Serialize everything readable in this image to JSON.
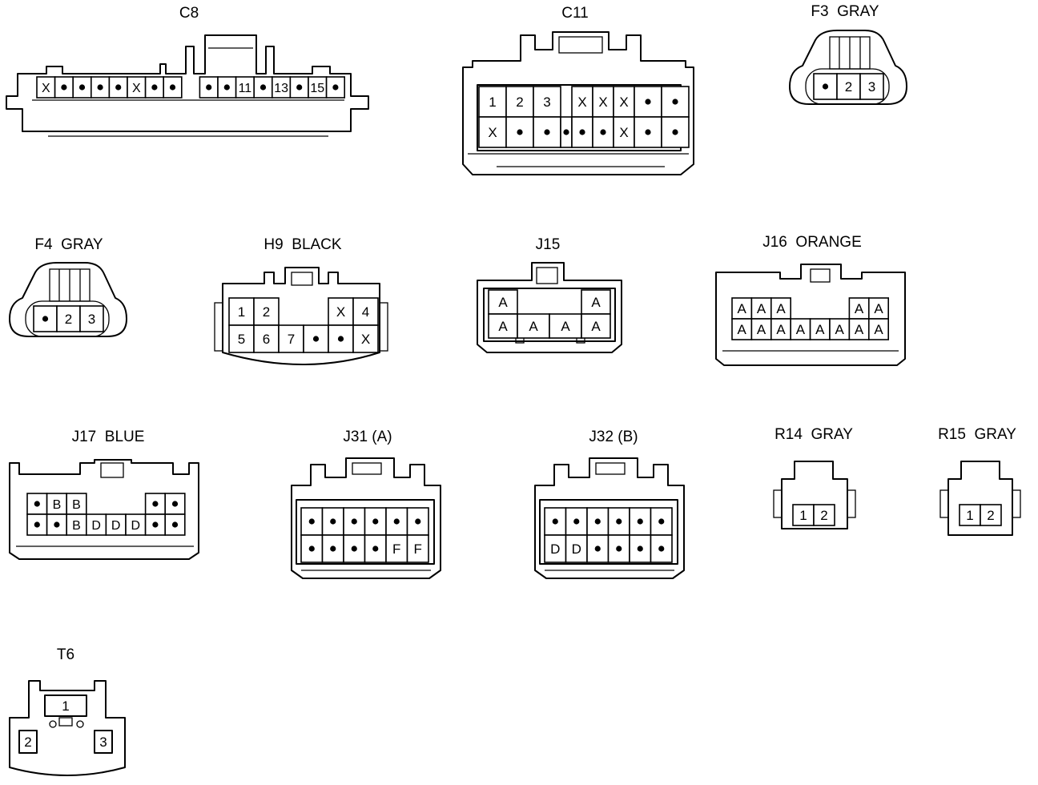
{
  "connectors": [
    {
      "id": "C8",
      "title": "C8",
      "rows": [
        [
          "X",
          "•",
          "•",
          "•",
          "•",
          "X",
          "•",
          "•",
          "",
          "•",
          "•",
          "11",
          "•",
          "13",
          "•",
          "15",
          "•"
        ]
      ]
    },
    {
      "id": "C11",
      "title": "C11",
      "rows": [
        [
          "1",
          "2",
          "3",
          "",
          "X",
          "X",
          "X",
          "•",
          "•"
        ],
        [
          "X",
          "•",
          "•",
          "•",
          "•",
          "•",
          "X",
          "•",
          "•"
        ]
      ]
    },
    {
      "id": "F3",
      "title": "F3  GRAY",
      "rows": [
        [
          "•",
          "2",
          "3"
        ]
      ]
    },
    {
      "id": "F4",
      "title": "F4  GRAY",
      "rows": [
        [
          "•",
          "2",
          "3"
        ]
      ]
    },
    {
      "id": "H9",
      "title": "H9  BLACK",
      "rows": [
        [
          "1",
          "2",
          "",
          "",
          "X",
          "4"
        ],
        [
          "5",
          "6",
          "7",
          "•",
          "•",
          "X"
        ]
      ]
    },
    {
      "id": "J15",
      "title": "J15",
      "rows": [
        [
          "A",
          "",
          "",
          "A"
        ],
        [
          "A",
          "A",
          "A",
          "A"
        ]
      ]
    },
    {
      "id": "J16",
      "title": "J16  ORANGE",
      "rows": [
        [
          "A",
          "A",
          "A",
          "",
          "",
          "",
          "A",
          "A"
        ],
        [
          "A",
          "A",
          "A",
          "A",
          "A",
          "A",
          "A",
          "A"
        ]
      ]
    },
    {
      "id": "J17",
      "title": "J17  BLUE",
      "rows": [
        [
          "•",
          "B",
          "B",
          "",
          "",
          "",
          "•",
          "•"
        ],
        [
          "•",
          "•",
          "B",
          "D",
          "D",
          "D",
          "•",
          "•"
        ]
      ]
    },
    {
      "id": "J31",
      "title": "J31 (A)",
      "rows": [
        [
          "•",
          "•",
          "•",
          "•",
          "•",
          "•"
        ],
        [
          "•",
          "•",
          "•",
          "•",
          "F",
          "F"
        ]
      ]
    },
    {
      "id": "J32",
      "title": "J32 (B)",
      "rows": [
        [
          "•",
          "•",
          "•",
          "•",
          "•",
          "•"
        ],
        [
          "D",
          "D",
          "•",
          "•",
          "•",
          "•"
        ]
      ]
    },
    {
      "id": "R14",
      "title": "R14  GRAY",
      "rows": [
        [
          "1",
          "2"
        ]
      ]
    },
    {
      "id": "R15",
      "title": "R15  GRAY",
      "rows": [
        [
          "1",
          "2"
        ]
      ]
    },
    {
      "id": "T6",
      "title": "T6",
      "pins": [
        "1",
        "2",
        "3"
      ]
    }
  ]
}
